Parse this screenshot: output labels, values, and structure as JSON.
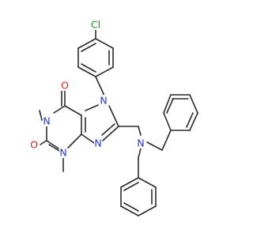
{
  "molecule": {
    "atoms": [
      {
        "id": "a1",
        "label": "Cl",
        "element": "Cl",
        "color": "#1a8f1a"
      },
      {
        "id": "a7",
        "label": "O",
        "element": "O",
        "color": "#e0221c"
      },
      {
        "id": "a8",
        "label": "N",
        "element": "N",
        "color": "#2432d8"
      },
      {
        "id": "a9",
        "label": "O",
        "element": "O",
        "color": "#e0221c"
      },
      {
        "id": "a10",
        "label": "N",
        "element": "N",
        "color": "#2432d8"
      },
      {
        "id": "a11",
        "label": "N",
        "element": "N",
        "color": "#2432d8"
      },
      {
        "id": "a12",
        "label": "N",
        "element": "N",
        "color": "#2432d8"
      },
      {
        "id": "a13",
        "label": "N",
        "element": "N",
        "color": "#2432d8"
      }
    ],
    "bond_color": "#2b2b2b",
    "background": "#ffffff"
  }
}
